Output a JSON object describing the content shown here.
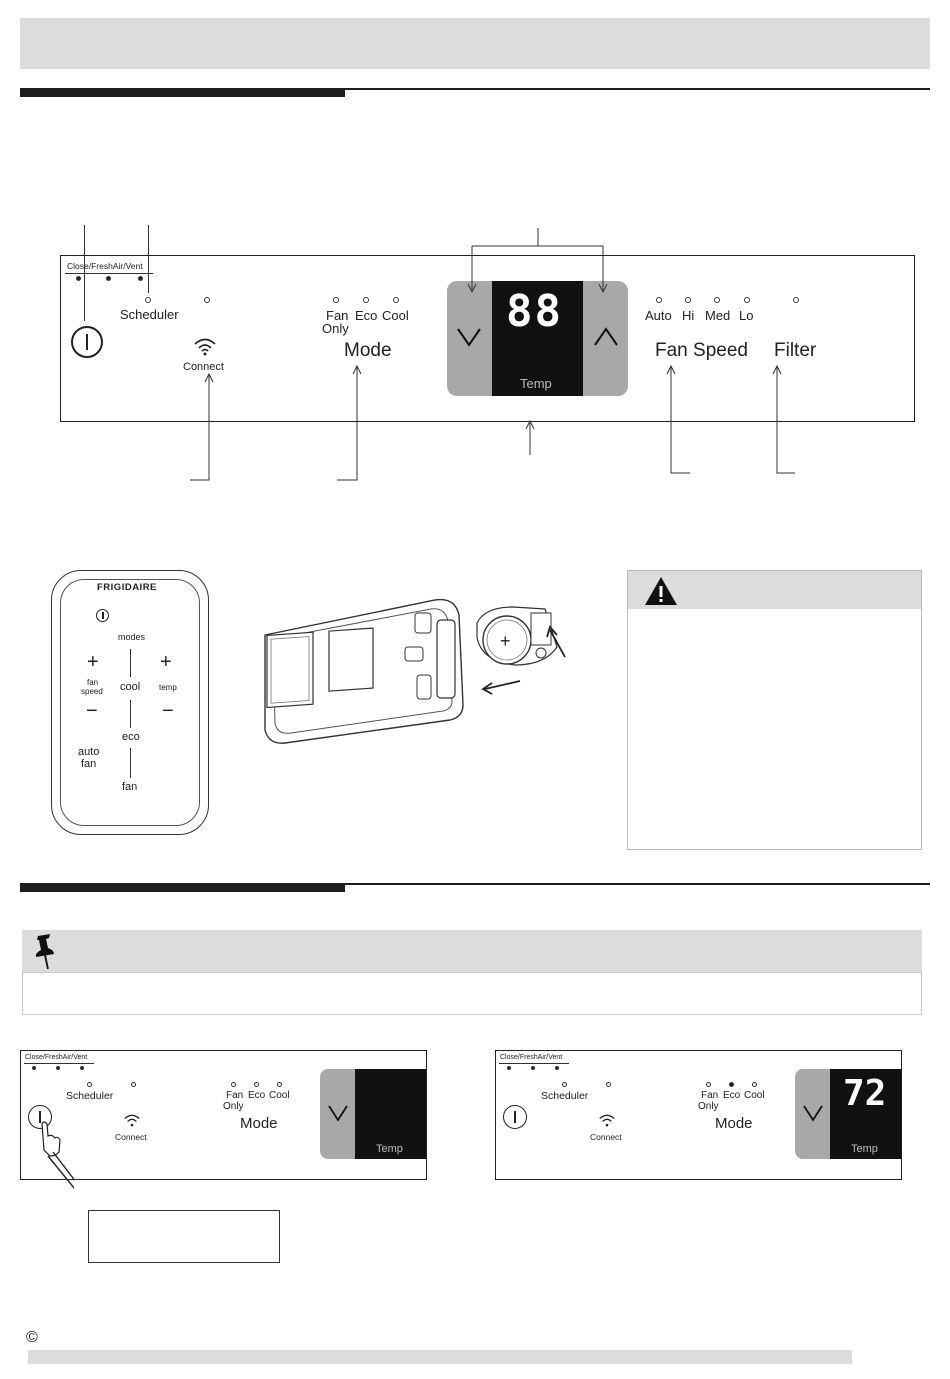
{
  "panel": {
    "close_fresh_vent": "Close/FreshAir/Vent",
    "scheduler": "Scheduler",
    "connect": "Connect",
    "mode_options": [
      "Fan Only",
      "Eco",
      "Cool"
    ],
    "mode_opt_fan_line1": "Fan",
    "mode_opt_fan_line2": "Only",
    "mode_opt_eco": "Eco",
    "mode_opt_cool": "Cool",
    "mode": "Mode",
    "display_value": "88",
    "temp": "Temp",
    "fan_opt_auto": "Auto",
    "fan_opt_hi": "Hi",
    "fan_opt_med": "Med",
    "fan_opt_lo": "Lo",
    "fan_speed": "Fan Speed",
    "filter": "Filter"
  },
  "remote": {
    "brand": "FRIGIDAIRE",
    "modes": "modes",
    "fan_speed_line1": "fan",
    "fan_speed_line2": "speed",
    "cool": "cool",
    "temp": "temp",
    "eco": "eco",
    "auto_fan_line1": "auto",
    "auto_fan_line2": "fan",
    "fan": "fan",
    "plus": "+",
    "minus": "−"
  },
  "step_panels": {
    "left_display_value": "",
    "right_display_value": "72"
  },
  "footer": {
    "copyright_symbol": "©"
  },
  "colors": {
    "header_gray": "#dcdcdc",
    "display_frame": "#a8a8a8",
    "display_black": "#111111"
  }
}
